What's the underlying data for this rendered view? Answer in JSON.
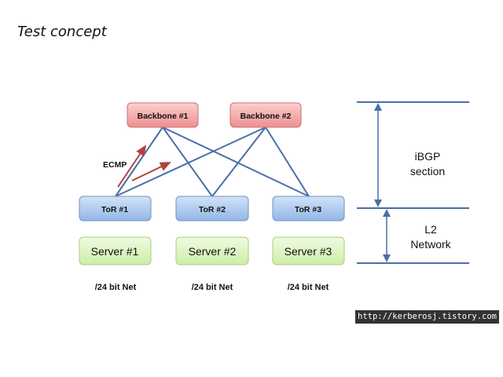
{
  "title": "Test concept",
  "backbones": [
    {
      "label": "Backbone #1"
    },
    {
      "label": "Backbone #2"
    }
  ],
  "tors": [
    {
      "label": "ToR #1"
    },
    {
      "label": "ToR #2"
    },
    {
      "label": "ToR #3"
    }
  ],
  "servers": [
    {
      "label": "Server #1"
    },
    {
      "label": "Server #2"
    },
    {
      "label": "Server #3"
    }
  ],
  "nets": [
    {
      "label": "/24 bit Net"
    },
    {
      "label": "/24 bit Net"
    },
    {
      "label": "/24 bit Net"
    }
  ],
  "ecmp_label": "ECMP",
  "sections": {
    "ibgp": {
      "line1": "iBGP",
      "line2": "section"
    },
    "l2": {
      "line1": "L2",
      "line2": "Network"
    }
  },
  "watermark": "http://kerberosj.tistory.com",
  "colors": {
    "backbone_fill": "#f4a3a3",
    "tor_fill": "#a9c6ee",
    "server_fill": "#d9f2b8",
    "link": "#4a6fa5",
    "ecmp_arrow": "#b0413e"
  }
}
